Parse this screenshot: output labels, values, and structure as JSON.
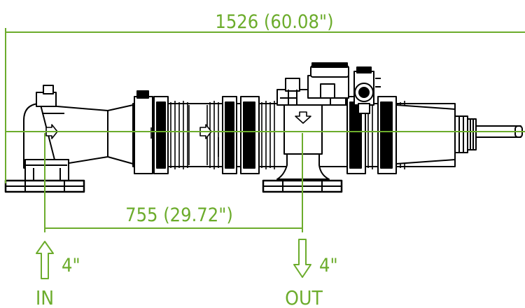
{
  "dimensions": {
    "overall_length": "1526 (60.08\")",
    "port_spacing": "755 (29.72\")"
  },
  "ports": {
    "inlet": {
      "size": "4\"",
      "label": "IN",
      "arrow": "up-arrow-icon"
    },
    "outlet": {
      "size": "4\"",
      "label": "OUT",
      "arrow": "down-arrow-icon"
    }
  },
  "colors": {
    "dimension": "#6cac2c",
    "drawing": "#000000",
    "background": "#ffffff"
  }
}
